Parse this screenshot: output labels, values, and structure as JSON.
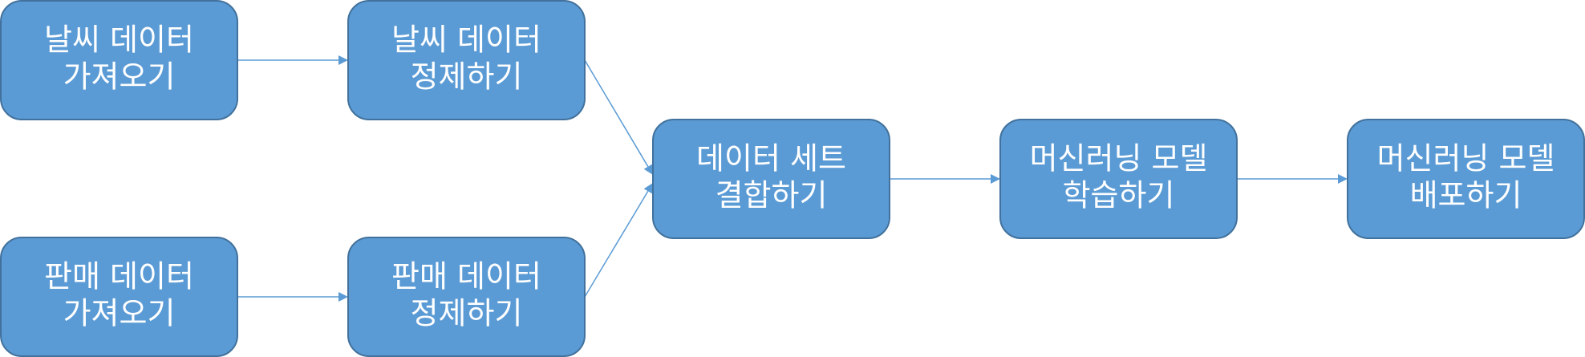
{
  "nodes": [
    {
      "id": "weather-fetch",
      "lines": [
        "날씨 데이터",
        "가져오기"
      ]
    },
    {
      "id": "weather-clean",
      "lines": [
        "날씨 데이터",
        "정제하기"
      ]
    },
    {
      "id": "sales-fetch",
      "lines": [
        "판매 데이터",
        "가져오기"
      ]
    },
    {
      "id": "sales-clean",
      "lines": [
        "판매 데이터",
        "정제하기"
      ]
    },
    {
      "id": "dataset-merge",
      "lines": [
        "데이터 세트",
        "결합하기"
      ]
    },
    {
      "id": "model-train",
      "lines": [
        "머신러닝 모델",
        "학습하기"
      ]
    },
    {
      "id": "model-deploy",
      "lines": [
        "머신러닝 모델",
        "배포하기"
      ]
    }
  ],
  "edges": [
    {
      "from": "weather-fetch",
      "to": "weather-clean"
    },
    {
      "from": "sales-fetch",
      "to": "sales-clean"
    },
    {
      "from": "weather-clean",
      "to": "dataset-merge"
    },
    {
      "from": "sales-clean",
      "to": "dataset-merge"
    },
    {
      "from": "dataset-merge",
      "to": "model-train"
    },
    {
      "from": "model-train",
      "to": "model-deploy"
    }
  ],
  "colors": {
    "node_fill": "#5b9bd5",
    "node_border": "#41719c",
    "node_text": "#ffffff",
    "edge": "#5b9bd5"
  }
}
